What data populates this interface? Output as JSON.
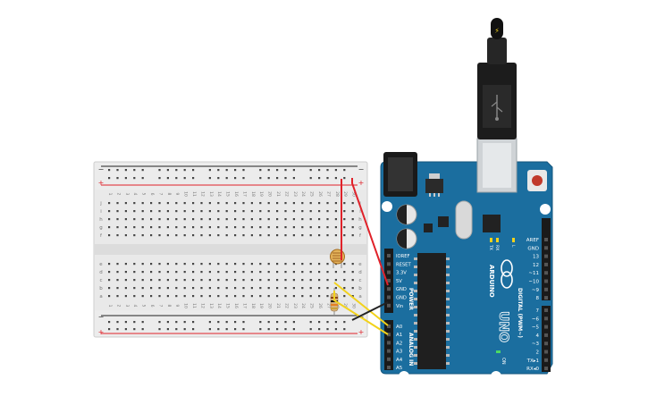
{
  "breadboard": {
    "column_numbers": [
      "1",
      "2",
      "3",
      "4",
      "5",
      "6",
      "7",
      "8",
      "9",
      "10",
      "11",
      "12",
      "13",
      "14",
      "15",
      "16",
      "17",
      "18",
      "19",
      "20",
      "21",
      "22",
      "23",
      "24",
      "25",
      "26",
      "27",
      "28",
      "29",
      "30"
    ],
    "top_row_letters": [
      "j",
      "i",
      "h",
      "g",
      "f"
    ],
    "bottom_row_letters": [
      "e",
      "d",
      "c",
      "b",
      "a"
    ],
    "rail_plus": "+",
    "rail_minus": "−"
  },
  "arduino": {
    "brand": "ARDUINO",
    "model": "UNO",
    "power_header_label": "POWER",
    "analog_header_label": "ANALOG IN",
    "digital_header_label": "DIGITAL (PWM~)",
    "power_pins": [
      "IOREF",
      "RESET",
      "3.3V",
      "5V",
      "GND",
      "GND",
      "Vin"
    ],
    "analog_pins": [
      "A0",
      "A1",
      "A2",
      "A3",
      "A4",
      "A5"
    ],
    "digital_top_pins": [
      "AREF",
      "GND",
      "13",
      "12",
      "~11",
      "~10",
      "~9",
      "8"
    ],
    "digital_bottom_pins": [
      "7",
      "~6",
      "~5",
      "4",
      "~3",
      "2",
      "TX▸1",
      "RX◂0"
    ],
    "led_labels": [
      "TX",
      "RX",
      "L"
    ],
    "on_label": "ON"
  },
  "usb_cable": {
    "icon": "lightning-icon"
  },
  "colors": {
    "board_blue": "#1b6e9f",
    "wire_red": "#e0222a",
    "wire_yellow": "#f2d21b",
    "wire_black": "#222222"
  }
}
